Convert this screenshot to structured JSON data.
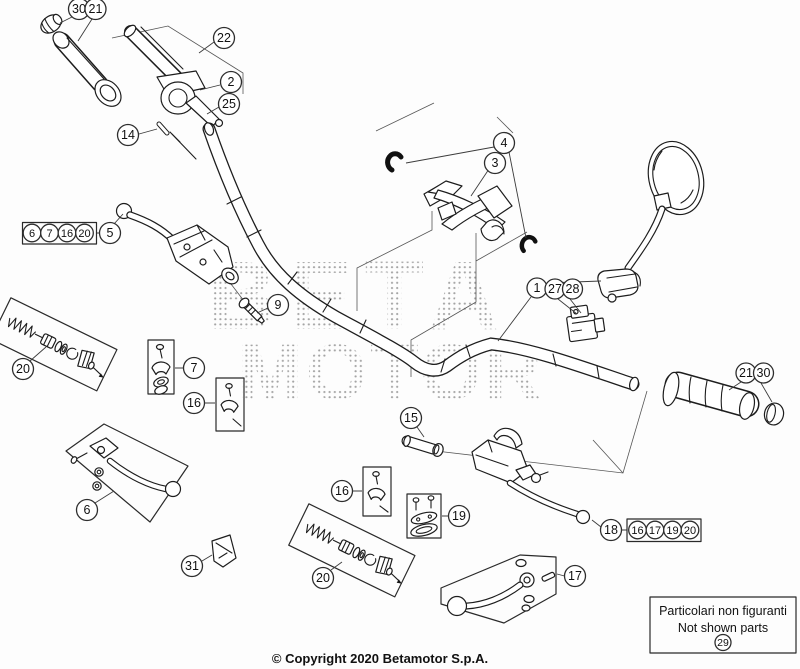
{
  "page": {
    "copyright": "© Copyright 2020 Betamotor S.p.A.",
    "watermark": {
      "line1": "BETA",
      "line2": "MOTOR"
    },
    "info_box": {
      "line1": "Particolari non figuranti",
      "line2": "Not shown parts",
      "part": "29"
    },
    "callouts": {
      "c1": "1",
      "c2": "2",
      "c3": "3",
      "c4": "4",
      "c5": "5",
      "c6": "6",
      "c7": "7",
      "c9": "9",
      "c14": "14",
      "c15": "15",
      "c16_left": "16",
      "c16_mid": "16",
      "c17": "17",
      "c18": "18",
      "c19": "19",
      "c20_left": "20",
      "c20_mid": "20",
      "c21_top": "21",
      "c21_right": "21",
      "c22": "22",
      "c25": "25",
      "c27": "27",
      "c28": "28",
      "c30_top": "30",
      "c30_right": "30",
      "c31": "31",
      "group_clutch": [
        "6",
        "7",
        "16",
        "20"
      ],
      "group_brake": [
        "16",
        "17",
        "19",
        "20"
      ]
    }
  }
}
